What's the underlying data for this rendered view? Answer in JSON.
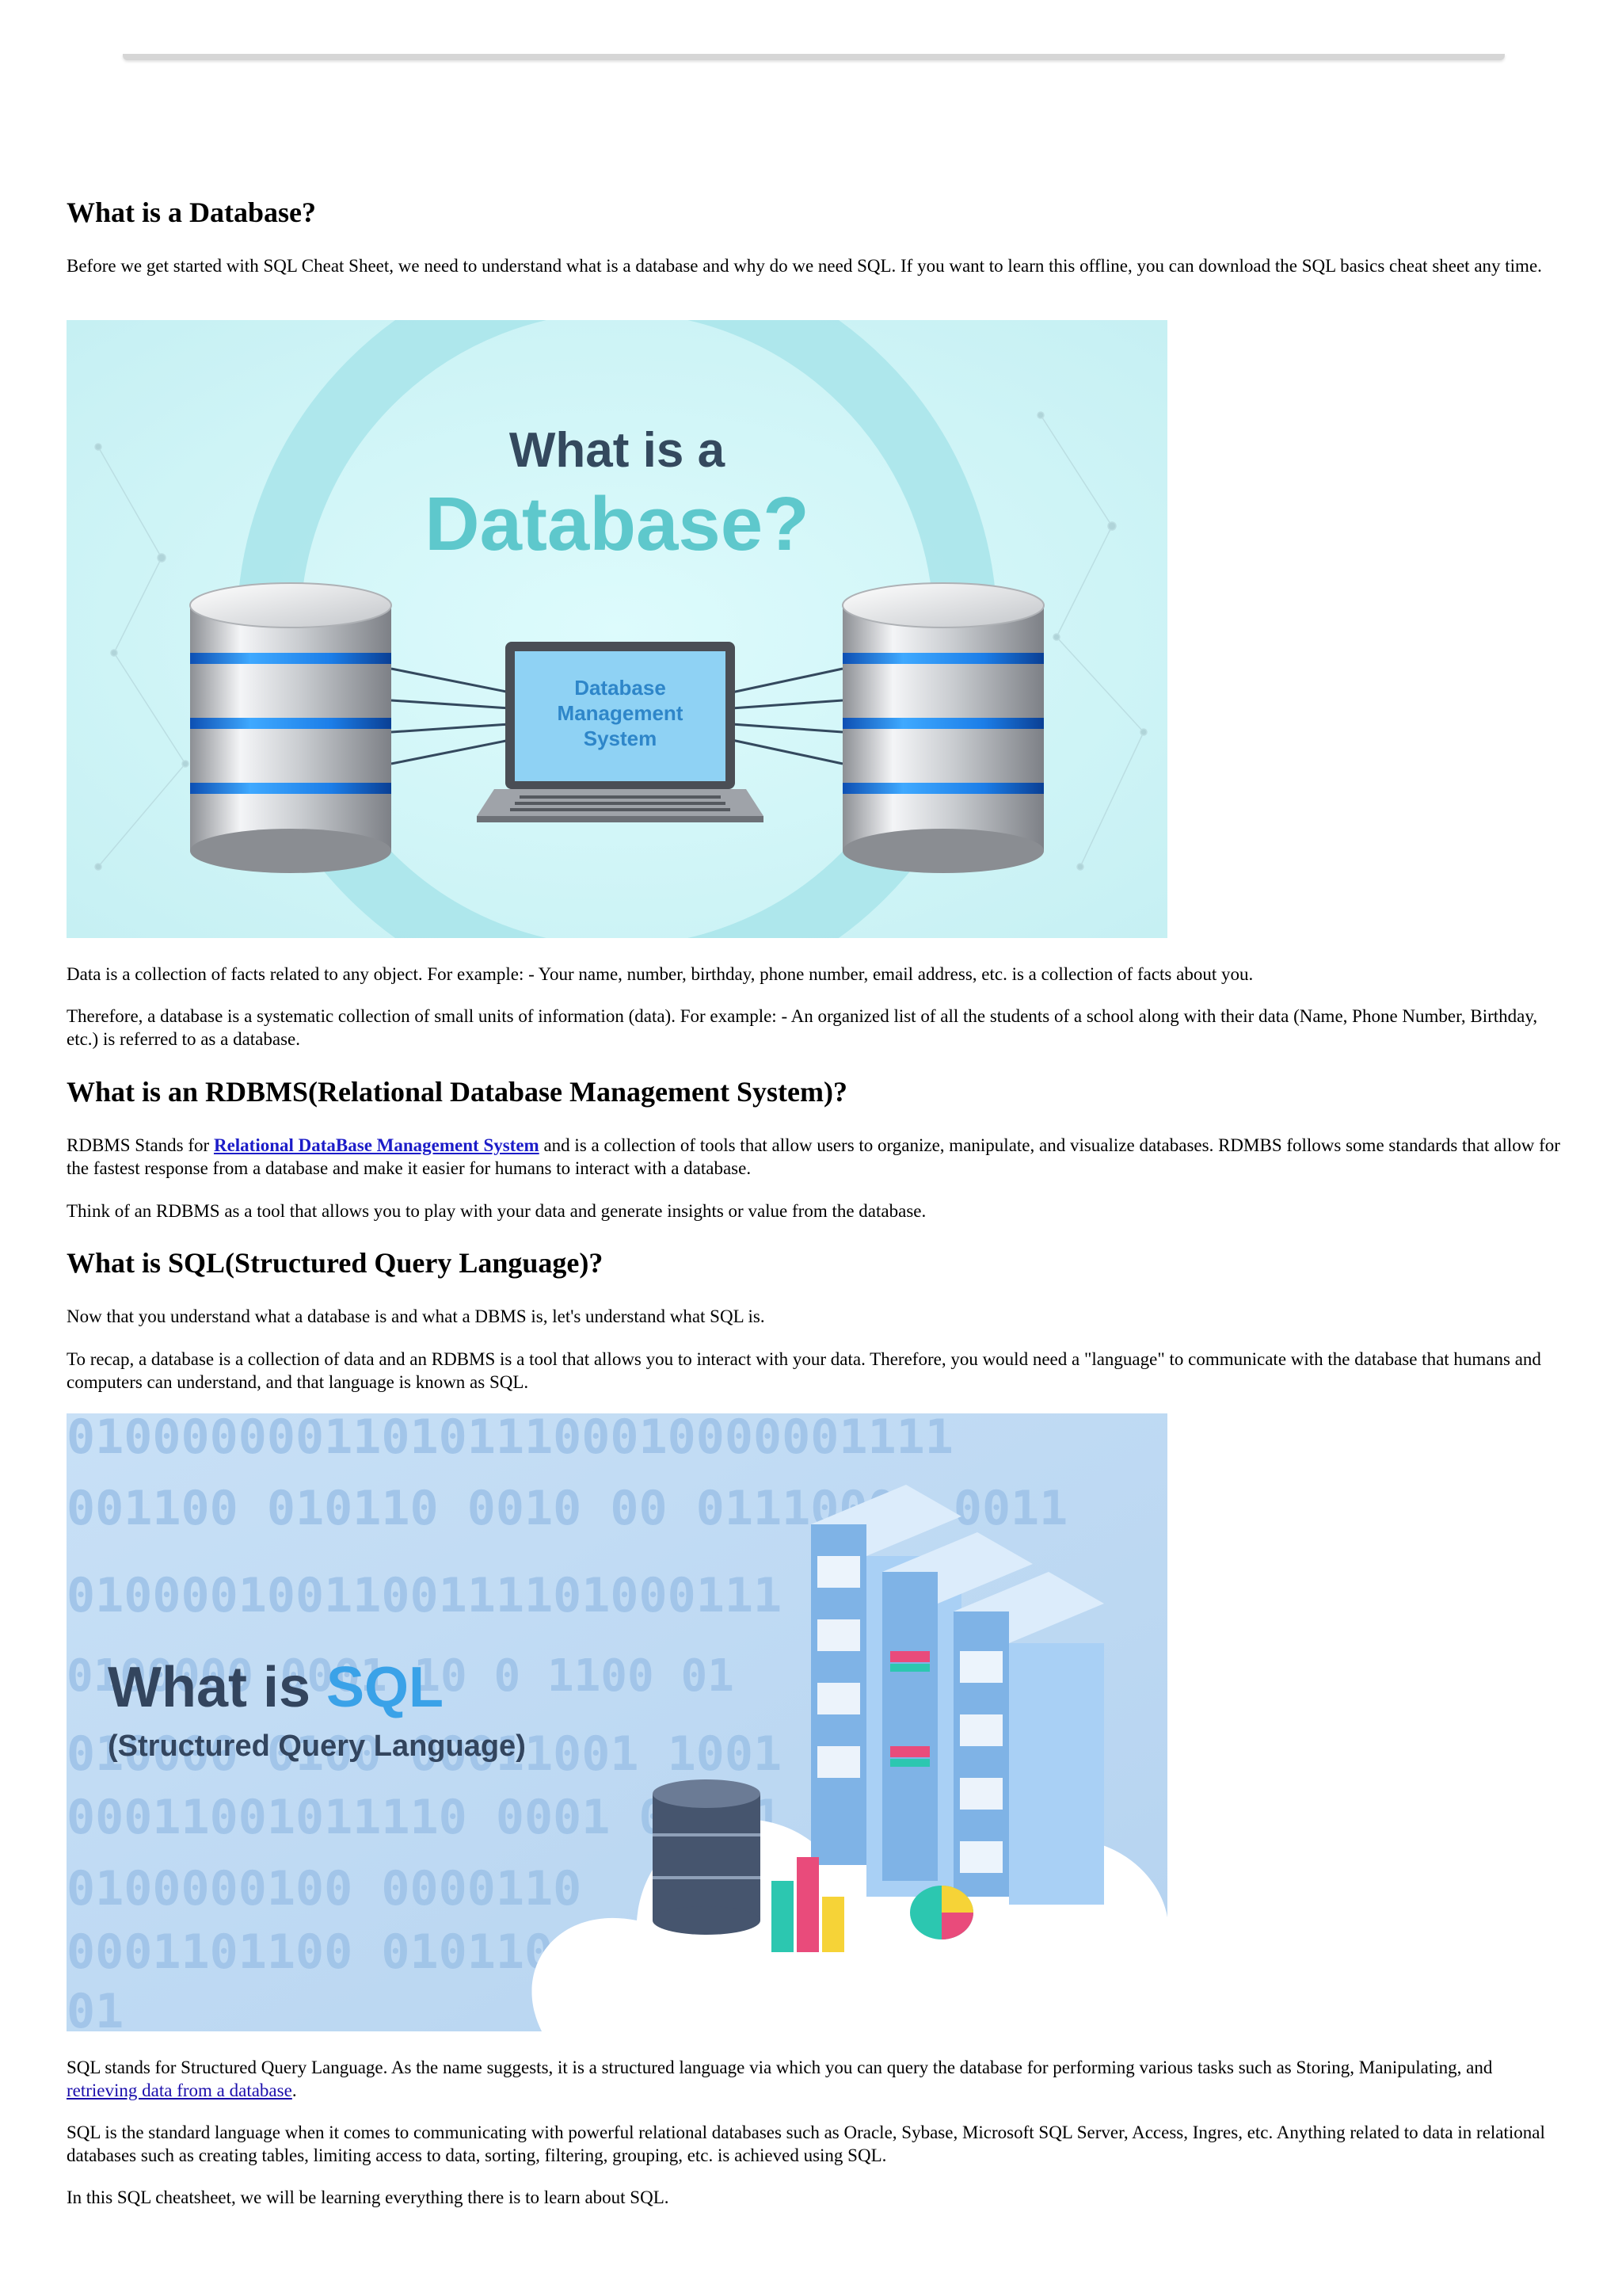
{
  "sections": {
    "database": {
      "heading": "What is a Database?",
      "intro": "Before we get started with SQL Cheat Sheet, we need to understand what is a database and why do we need SQL. If you want to learn this offline, you can download the SQL basics cheat sheet any time.",
      "figure": {
        "title_line1": "What is a",
        "title_line2": "Database?",
        "screen_line1": "Database",
        "screen_line2": "Management",
        "screen_line3": "System"
      },
      "para1": "Data is a collection of facts related to any object. For example: - Your name, number, birthday, phone number, email address, etc. is a collection of facts about you.",
      "para2": "Therefore, a database is a systematic collection of small units of information (data). For example: - An organized list of all the students of a school along with their data (Name, Phone Number, Birthday, etc.) is referred to as a database."
    },
    "rdbms": {
      "heading": "What is an RDBMS(Relational Database Management System)?",
      "para1_before": "RDBMS Stands for ",
      "para1_link": "Relational DataBase Management System",
      "para1_after": " and is a collection of tools that allow users to organize, manipulate, and visualize databases. RDMBS follows some standards that allow for the fastest response from a database and make it easier for humans to interact with a database.",
      "para2": "Think of an RDBMS as a tool that allows you to play with your data and generate insights or value from the database."
    },
    "sql": {
      "heading": "What is SQL(Structured Query Language)?",
      "para1": "Now that you understand what a database is and what a DBMS is, let's understand what SQL is.",
      "para2": "To recap, a database is a collection of data and an RDBMS is a tool that allows you to interact with your data. Therefore, you would need a \"language\" to communicate with the database that humans and computers can understand, and that language is known as SQL.",
      "figure": {
        "title_part1": "What is ",
        "title_part2": "SQL",
        "subtitle": "(Structured Query Language)",
        "binary_rows": [
          "0100000001101011100010000001111",
          "001100 010110 0010 00 01110001 0011",
          "0100001001100111101000111",
          "0100000 0001 10 0 1100 01",
          "010000 0100 00011001 1001",
          "00011001011110 0001 01101",
          "0100000100 0000110",
          "0001101100 010110 01",
          "01"
        ]
      },
      "para3_before": "SQL stands for Structured Query Language. As the name suggests, it is a structured language via which you can query the database for performing various tasks such as Storing, Manipulating, and ",
      "para3_link": "retrieving data from a database",
      "para3_after": ".",
      "para4": "SQL is the standard language when it comes to communicating with powerful relational databases such as Oracle, Sybase, Microsoft SQL Server, Access, Ingres, etc. Anything related to data in relational databases such as creating tables, limiting access to data, sorting, filtering, grouping, etc. is achieved using SQL.",
      "para5": "In this SQL cheatsheet, we will be learning everything there is to learn about SQL."
    }
  },
  "colors": {
    "link": "#1a0dab",
    "db_figure_bg": "#cdf4f6",
    "db_title_dark": "#34495e",
    "db_title_accent": "#5ec8cc",
    "sql_figure_bg": "#c4dcf4",
    "sql_title_dark": "#33455e",
    "sql_title_accent": "#3aa2e8"
  }
}
